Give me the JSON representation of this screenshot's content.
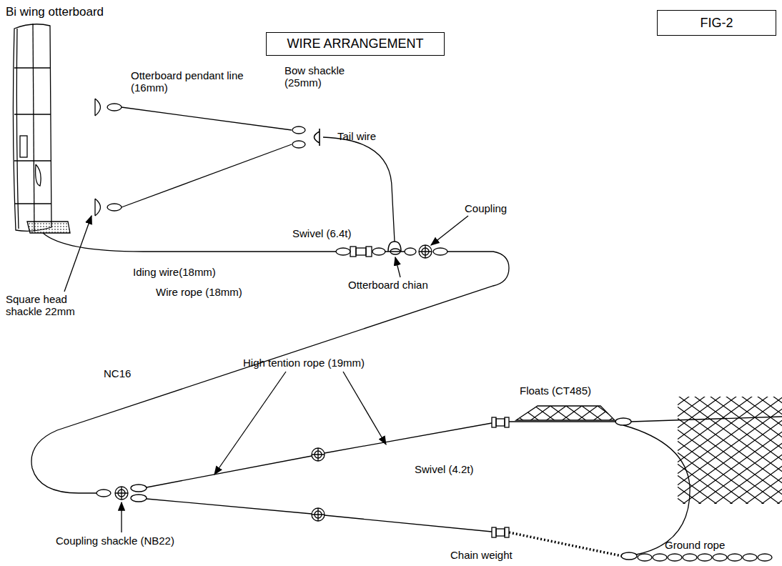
{
  "diagram": {
    "nodes": [
      {
        "text": [
          "FIG-2"
        ]
      },
      {
        "text": [
          "WIRE ARRANGEMENT"
        ]
      }
    ],
    "labels": [
      "Bi wing otterboard",
      "Otterboard pendant line (16mm)",
      "Bow shackle (25mm)",
      "Tail wire",
      "Swivel (6.4t)",
      "Coupling",
      "Iding wire(18mm)",
      "Square head shackle 22mm",
      "Otterboard chian",
      "Wire rope (18mm)",
      "High tention rope (19mm)",
      "NC16",
      "Floats (CT485)",
      "Swivel (4.2t)",
      "Coupling shackle (NB22)",
      "Chain weight",
      "Ground rope"
    ]
  }
}
